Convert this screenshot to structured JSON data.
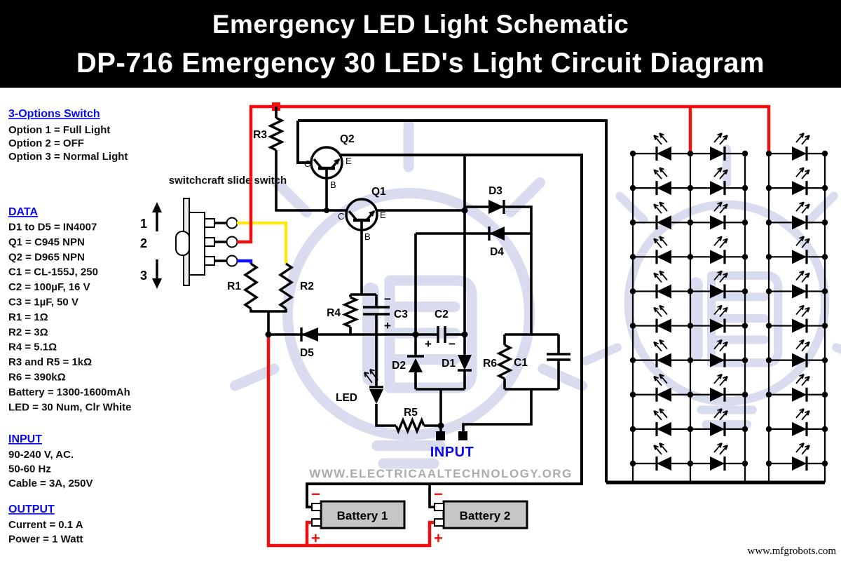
{
  "title": {
    "line1": "Emergency LED Light Schematic",
    "line2": "DP-716 Emergency 30 LED's Light Circuit Diagram"
  },
  "colors": {
    "wire_red": "#ee1010",
    "wire_yellow": "#ffe81a",
    "wire_blue": "#1111ee",
    "label_blue": "#0a0aee",
    "battery_fill": "#c6c6c6",
    "watermark_gray": "#ababab",
    "bulb_watermark": "#d9dcef"
  },
  "sidebar": {
    "switch_header": "3-Options Switch",
    "switch_options": [
      "Option 1 = Full Light",
      "Option 2 = OFF",
      "Option 3 = Normal Light"
    ],
    "data_header": "DATA",
    "data_lines": [
      "D1 to D5 = IN4007",
      "Q1 = C945 NPN",
      "Q2 = D965 NPN",
      "C1 = CL-155J, 250",
      "C2 = 100µF, 16 V",
      "C3 = 1µF, 50 V",
      "R1 = 1Ω",
      "R2 = 3Ω",
      "R4 = 5.1Ω",
      "R3 and R5 = 1kΩ",
      "R6 = 390kΩ",
      "Battery = 1300-1600mAh",
      "LED = 30 Num, Clr White"
    ],
    "input_header": "INPUT",
    "input_lines": [
      "90-240 V, AC.",
      "50-60 Hz",
      "Cable = 3A, 250V"
    ],
    "output_header": "OUTPUT",
    "output_lines": [
      "Current = 0.1 A",
      "Power = 1 Watt"
    ]
  },
  "schematic": {
    "switch_label": "switchcraft slide switch",
    "switch_positions": [
      "1",
      "2",
      "3"
    ],
    "labels": {
      "r1": "R1",
      "r2": "R2",
      "r3": "R3",
      "r4": "R4",
      "r5": "R5",
      "r6": "R6",
      "c1": "C1",
      "c2": "C2",
      "c3": "C3",
      "d1": "D1",
      "d2": "D2",
      "d3": "D3",
      "d4": "D4",
      "d5": "D5",
      "q1": "Q1",
      "q2": "Q2",
      "led": "LED",
      "c_pin": "C",
      "e_pin": "E",
      "b_pin": "B",
      "input": "INPUT",
      "plus": "+",
      "minus": "−"
    },
    "batteries": [
      "Battery 1",
      "Battery 2"
    ],
    "led_array": {
      "rows": 10,
      "leds_per_row": 3,
      "total": 30
    }
  },
  "watermarks": {
    "site": "WWW.ELECTRICAALTECHNOLOGY.ORG",
    "corner": "www.mfgrobots.com"
  }
}
